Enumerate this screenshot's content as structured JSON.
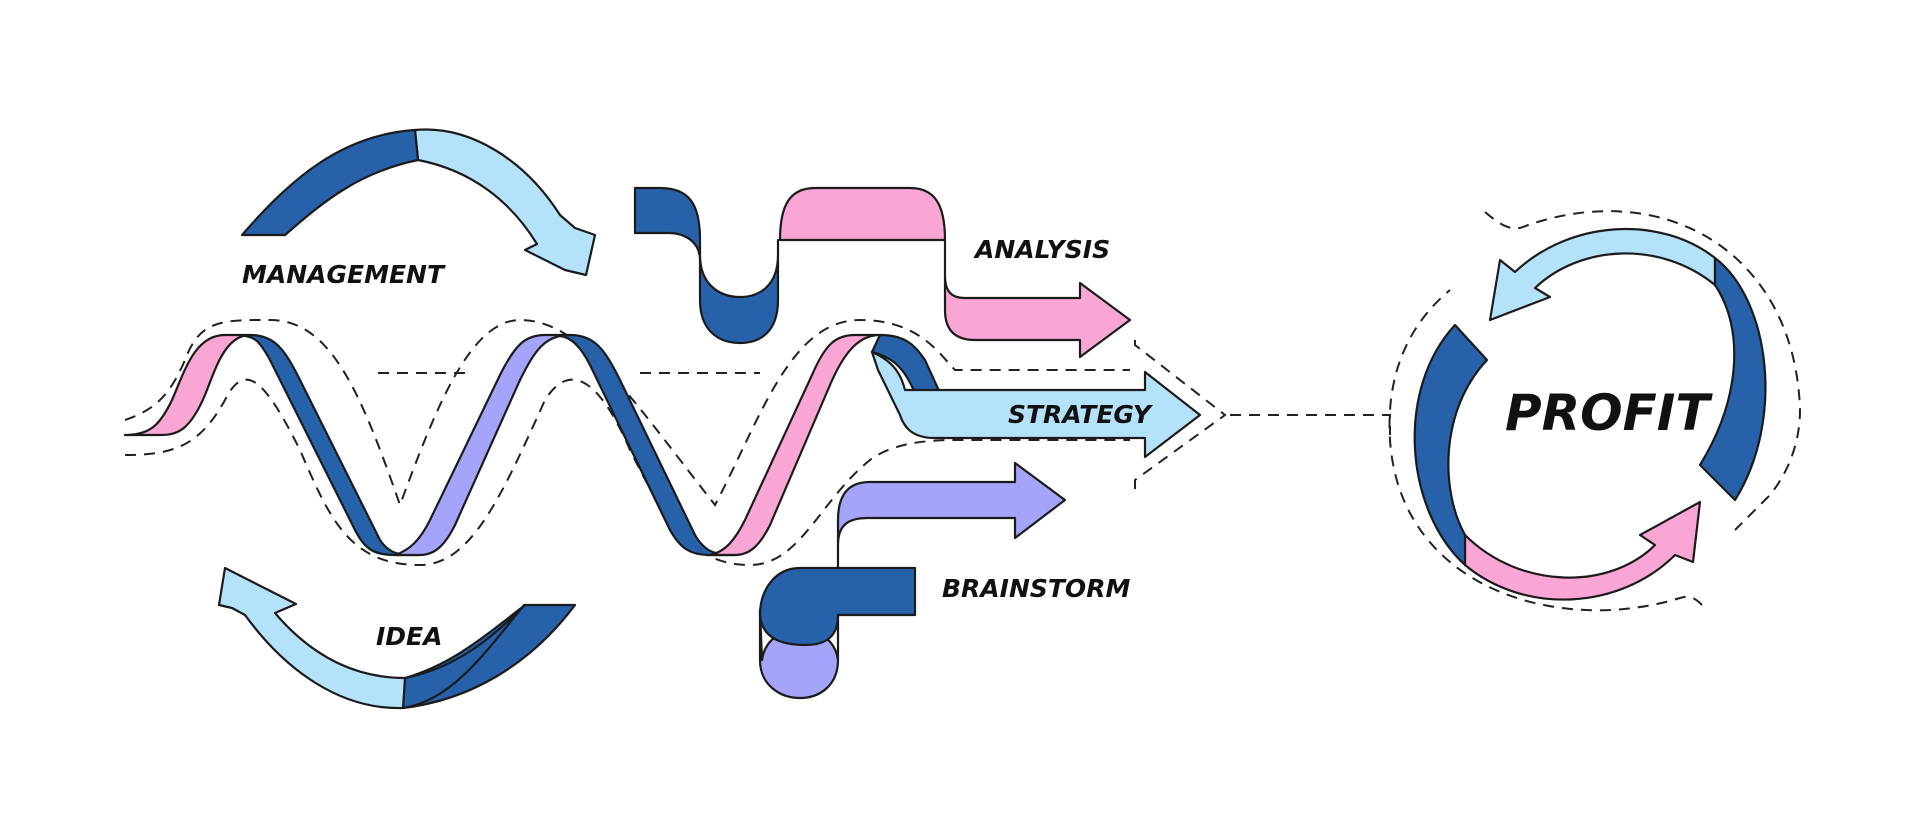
{
  "labels": {
    "management": "MANAGEMENT",
    "idea": "IDEA",
    "analysis": "ANALYSIS",
    "strategy": "STRATEGY",
    "brainstorm": "BRAINSTORM",
    "profit": "PROFIT"
  },
  "colors": {
    "navy": "#2761aa",
    "light_blue": "#b5e2fb",
    "pink": "#f9a6d4",
    "lavender": "#a4a4fb",
    "outline": "#1b1b1b"
  },
  "icons": {
    "management": "curved-arrow-right-icon",
    "idea": "curved-arrow-left-icon",
    "analysis": "step-ribbon-arrow-icon",
    "strategy": "straight-arrow-icon",
    "brainstorm": "loop-ribbon-arrow-icon",
    "profit": "cycle-arrows-icon"
  }
}
